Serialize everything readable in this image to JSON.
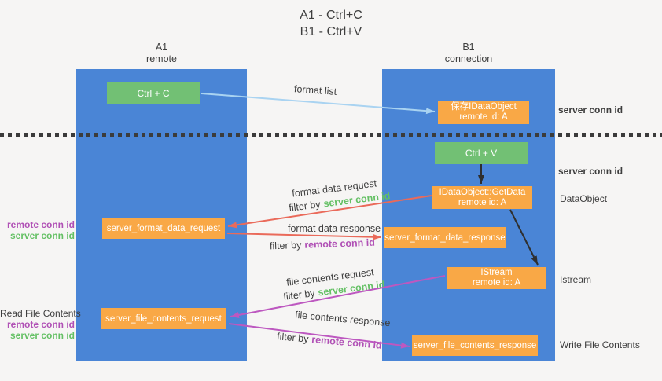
{
  "title": {
    "line1": "A1 - Ctrl+C",
    "line2": "B1 - Ctrl+V"
  },
  "columns": {
    "left": {
      "name": "A1",
      "subtitle": "remote"
    },
    "right": {
      "name": "B1",
      "subtitle": "connection"
    }
  },
  "nodes": {
    "ctrl_c": {
      "label": "Ctrl + C"
    },
    "ctrl_v": {
      "label": "Ctrl + V"
    },
    "save_dataobject": {
      "line1": "保存IDataObject",
      "line2": "remote id: A"
    },
    "getdata": {
      "line1": "IDataObject::GetData",
      "line2": "remote id: A"
    },
    "istream": {
      "line1": "IStream",
      "line2": "remote id: A"
    },
    "format_request": {
      "label": "server_format_data_request"
    },
    "format_response": {
      "label": "server_format_data_response"
    },
    "file_request": {
      "label": "server_file_contents_request"
    },
    "file_response": {
      "label": "server_file_contents_response"
    }
  },
  "flow_labels": {
    "format_list": "format list",
    "format_data_request": "format data request",
    "format_data_response": "format data response",
    "file_contents_request": "file contents request",
    "file_contents_response": "file contents response",
    "filter_by": "filter by",
    "server_conn_id": "server conn id",
    "remote_conn_id": "remote conn id"
  },
  "side_labels": {
    "server_conn_id_top": "server conn id",
    "server_conn_id_mid": "server conn id",
    "dataobject": "DataObject",
    "istream": "Istream",
    "write_file_contents": "Write File Contents",
    "read_file_contents": "Read File Contents",
    "remote_conn_id": "remote conn id",
    "server_conn_id": "server conn id"
  },
  "colors": {
    "column_blue": "#4a85d6",
    "node_green": "#72c074",
    "node_orange": "#f9a846",
    "arrow_light_blue": "#a9d3f1",
    "arrow_red": "#ea6a5a",
    "arrow_magenta": "#bd58c0",
    "arrow_black": "#2f2f2f",
    "text_green": "#64c064",
    "text_purple": "#b050b5",
    "text_dark": "#3e3e3e",
    "background": "#f6f5f4"
  }
}
